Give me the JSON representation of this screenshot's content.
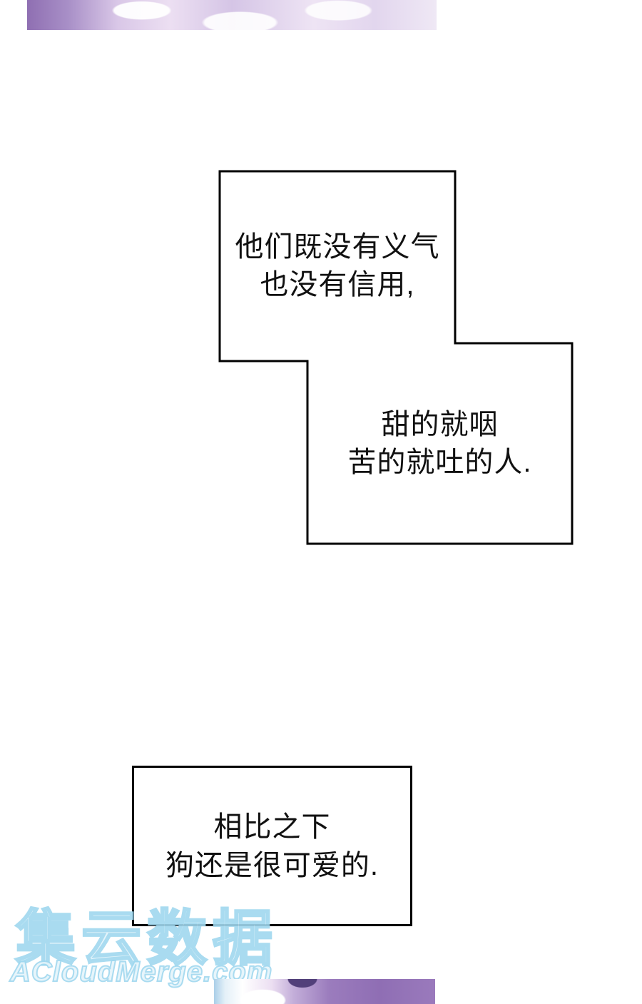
{
  "page": {
    "background_color": "#ffffff",
    "text_color": "#111111",
    "bubble_border_color": "#000000"
  },
  "bubbles": {
    "b1": {
      "lines": [
        "他们既没有义气",
        "也没有信用,"
      ]
    },
    "b2": {
      "lines": [
        "甜的就咽",
        "苦的就吐的人."
      ]
    },
    "b3": {
      "lines": [
        "相比之下",
        "狗还是很可爱的."
      ]
    }
  },
  "watermark": {
    "cjk_text": "集云数据",
    "latin_text": "ACloudMerge.com",
    "color": "#a0d8ef"
  },
  "artwork": {
    "top_strip_palette": [
      "#8f6fb2",
      "#d9c7e7",
      "#efe8f5",
      "#ffffff"
    ],
    "bottom_strip_palette": [
      "#aacfe8",
      "#ffffff",
      "#8f6eb4",
      "#52407a"
    ]
  }
}
